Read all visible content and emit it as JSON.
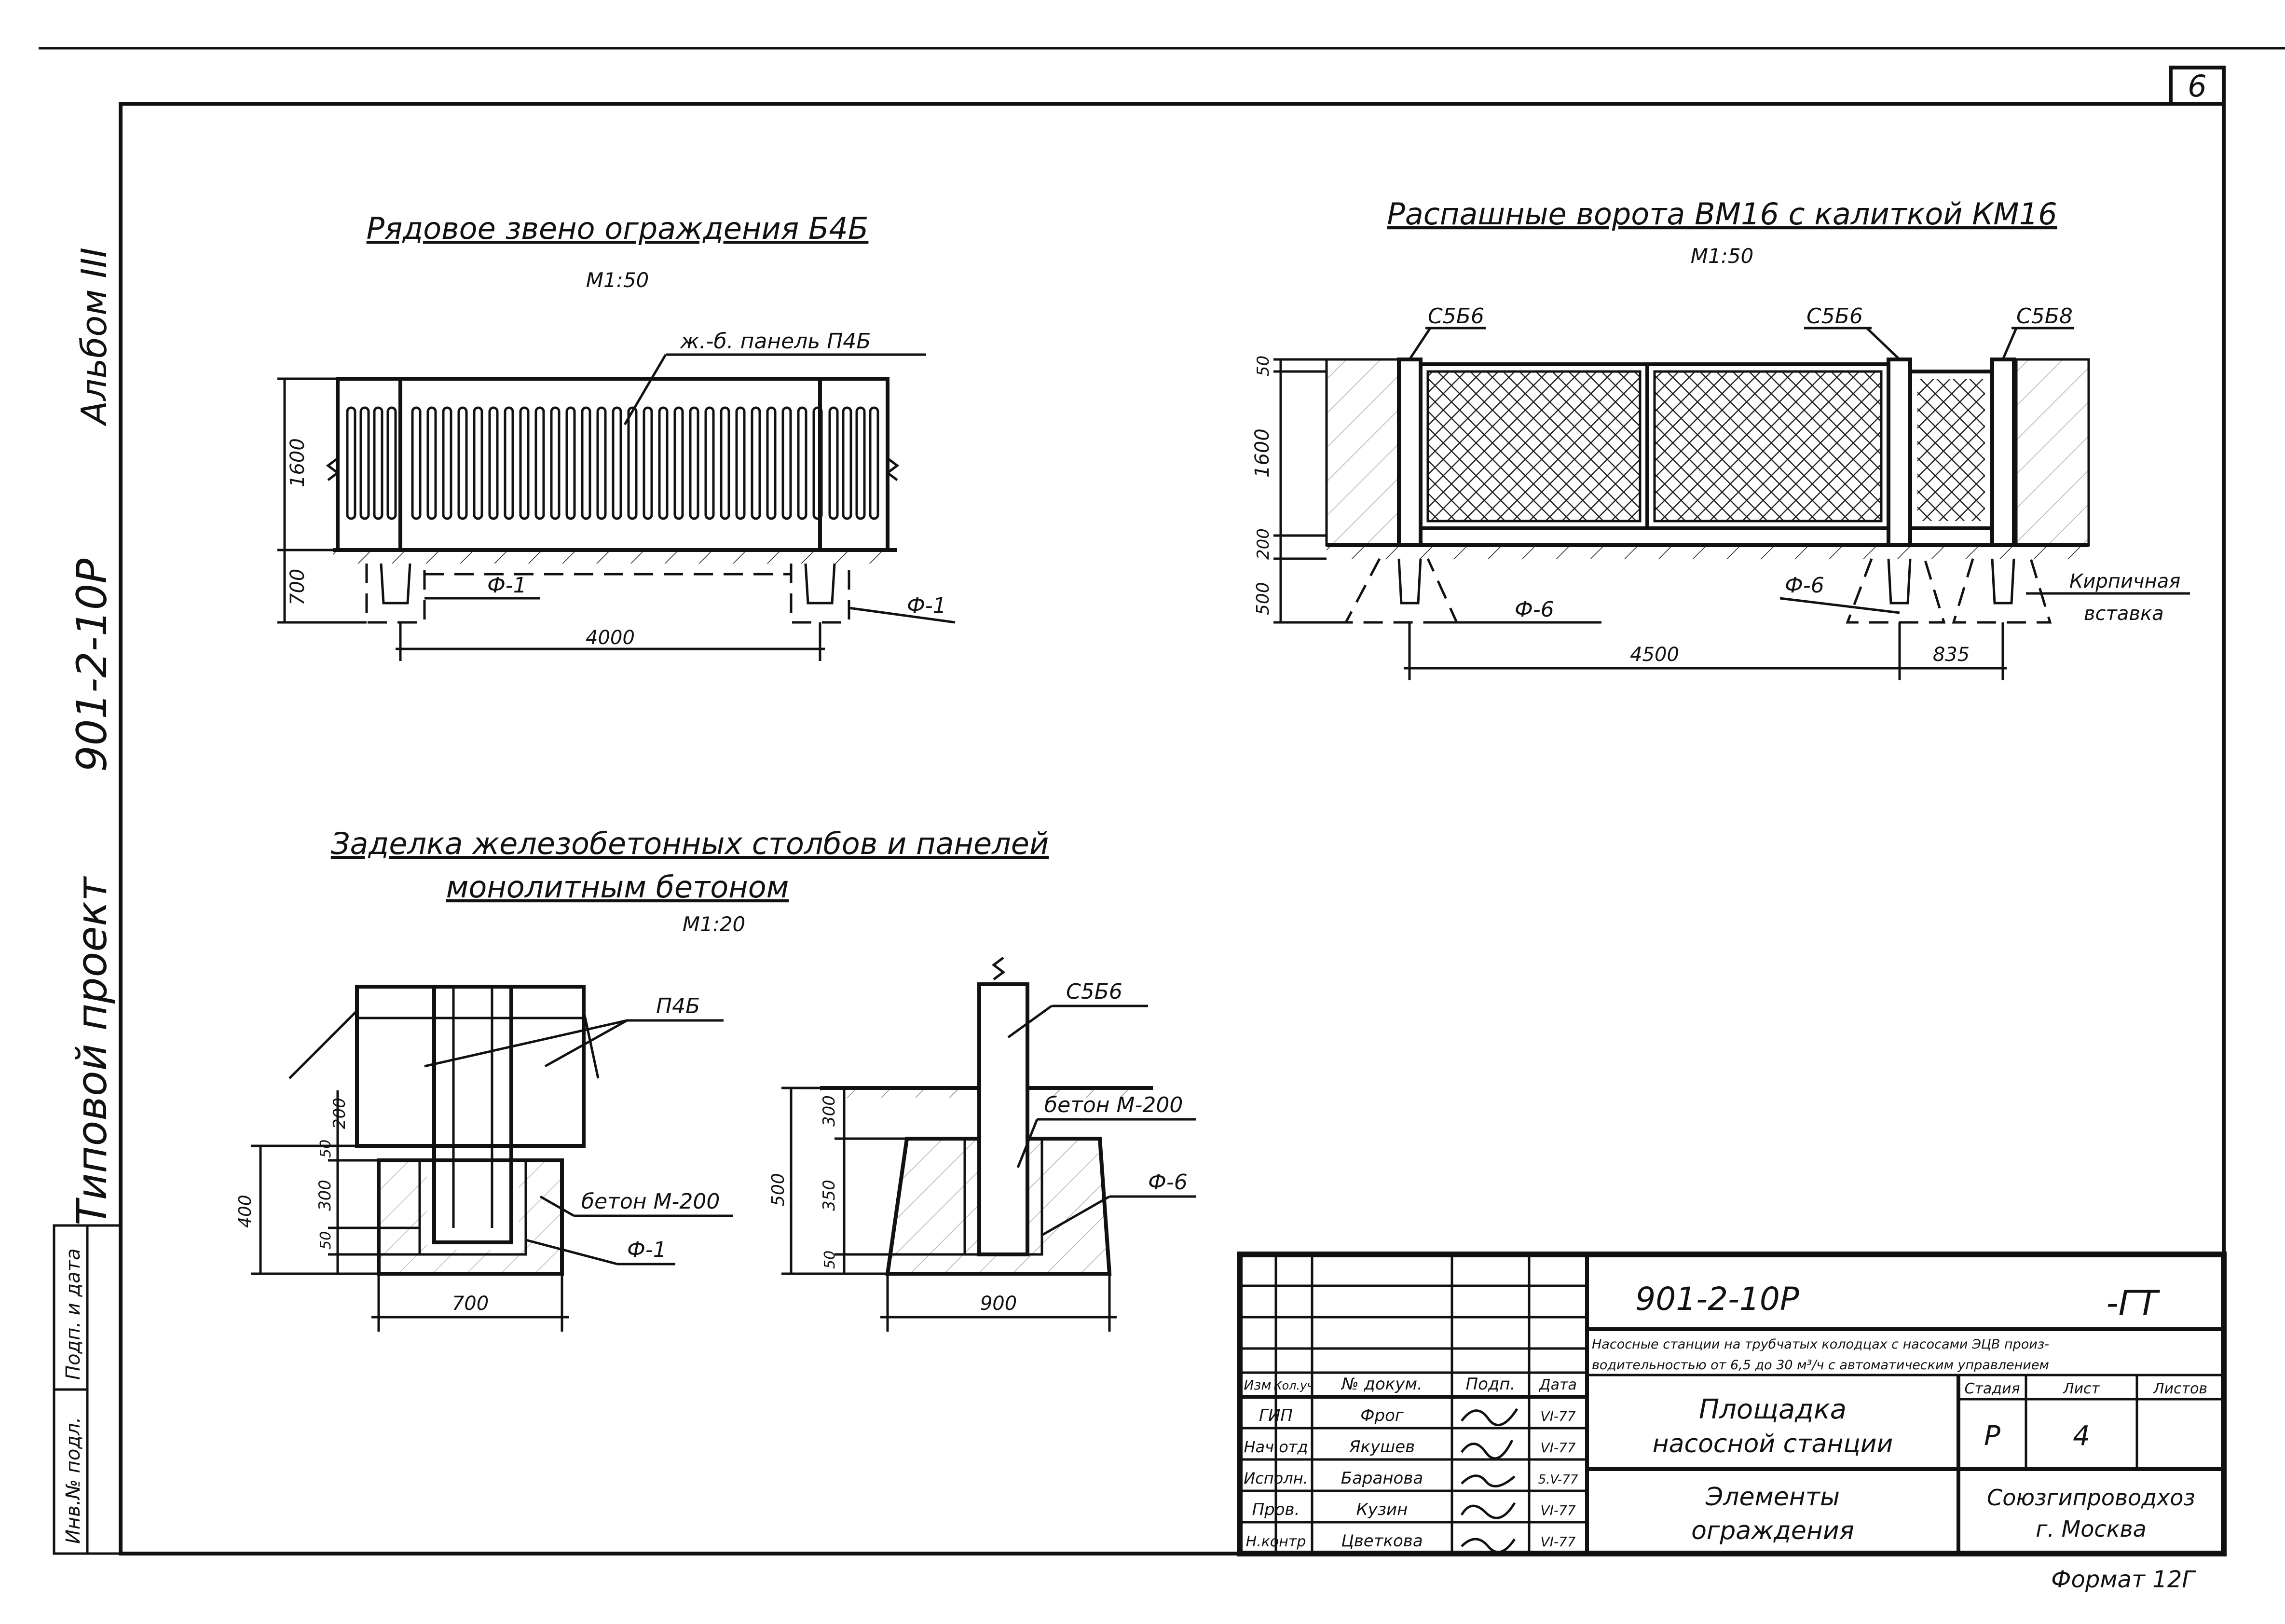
{
  "sheet": {
    "sheet_number": "6",
    "format_note": "Формат 12Г"
  },
  "margin_strip": {
    "album": "Альбом III",
    "project": "901-2-10Р",
    "typical_project": "Типовой проект",
    "box_labels": [
      "Подп. и дата",
      "Инв.№ подл."
    ]
  },
  "views": {
    "fence_link": {
      "title": "Рядовое звено ограждения Б4Б",
      "scale": "М1:50",
      "callout_panel": "ж.-б. панель П4Б",
      "foot_left": "Ф-1",
      "foot_right": "Ф-1",
      "dims": {
        "height": "1600",
        "depth": "700",
        "length": "4000"
      }
    },
    "gate": {
      "title": "Распашные ворота ВМ16 с калиткой КМ16",
      "scale": "М1:50",
      "posts": [
        "С5Б6",
        "С5Б6",
        "С5Б8"
      ],
      "foot_a": "Ф-6",
      "foot_b": "Ф-6",
      "brick": [
        "Кирпичная",
        "вставка"
      ],
      "dims": {
        "top": "50",
        "height": "1600",
        "grade": "200",
        "depth": "500",
        "length": "4500",
        "wicket": "835"
      }
    },
    "embedding": {
      "title_line1": "Заделка железобетонных столбов и панелей",
      "title_line2": "монолитным бетоном",
      "scale": "М1:20",
      "left": {
        "panel": "П4Б",
        "concrete": "бетон М-200",
        "foot": "Ф-1",
        "dims": {
          "a": "200",
          "b": "50",
          "c": "300",
          "d": "50",
          "total": "400",
          "width": "700"
        }
      },
      "right": {
        "post": "С5Б6",
        "concrete": "бетон М-200",
        "foot": "Ф-6",
        "dims": {
          "a": "300",
          "b": "350",
          "c": "50",
          "total": "500",
          "width": "900"
        }
      }
    }
  },
  "title_block": {
    "code": "901-2-10Р",
    "suffix": "-ГТ",
    "description_line1": "Насосные станции на трубчатых колодцах с насосами ЭЦВ произ-",
    "description_line2": "водительностью от 6,5 до 30 м³/ч с автоматическим управлением",
    "headers": [
      "Изм",
      "Кол.уч",
      "№ докум.",
      "Подп.",
      "Дата"
    ],
    "roles": [
      "ГИП",
      "Нач.отд",
      "Исполн.",
      "Пров.",
      "Н.контр"
    ],
    "names": [
      "Фрог",
      "Якушев",
      "Баранова",
      "Кузин",
      "Цветкова"
    ],
    "dates": [
      "VI-77",
      "VI-77",
      "5.V-77",
      "VI-77",
      "VI-77"
    ],
    "signature_marks": [
      "подпись",
      "подпись",
      "подпись",
      "подпись",
      "подпись"
    ],
    "object_line1": "Площадка",
    "object_line2": "насосной станции",
    "sheet_title_line1": "Элементы",
    "sheet_title_line2": "ограждения",
    "stage_label": "Стадия",
    "sheet_label": "Лист",
    "sheets_label": "Листов",
    "stage": "Р",
    "sheet": "4",
    "org_line1": "Союзгипроводхоз",
    "org_line2": "г. Москва"
  }
}
